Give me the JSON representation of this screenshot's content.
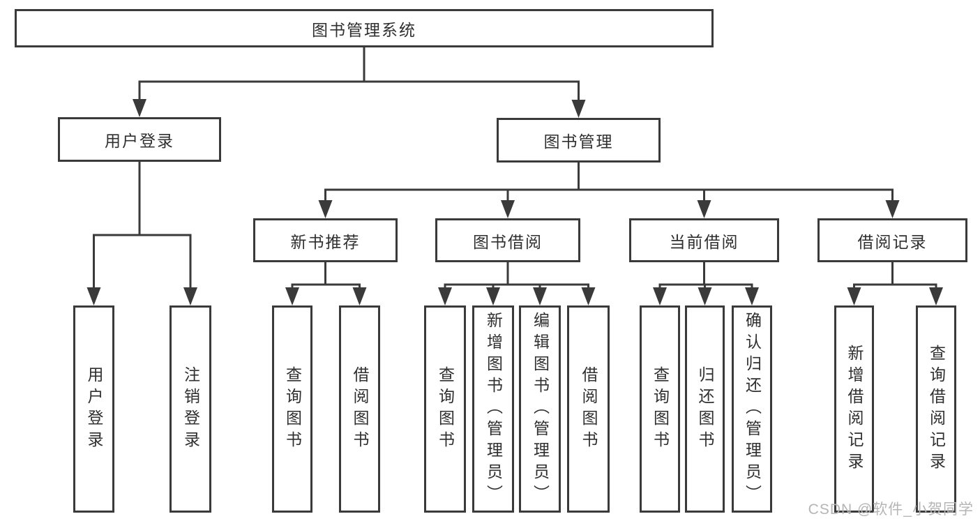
{
  "diagram": {
    "root": {
      "label": "图书管理系统",
      "children": [
        {
          "label": "用户登录",
          "children": [
            {
              "label": "用户登录"
            },
            {
              "label": "注销登录"
            }
          ]
        },
        {
          "label": "图书管理",
          "children": [
            {
              "label": "新书推荐",
              "children": [
                {
                  "label": "查询图书"
                },
                {
                  "label": "借阅图书"
                }
              ]
            },
            {
              "label": "图书借阅",
              "children": [
                {
                  "label": "查询图书"
                },
                {
                  "label": "新增图书（管理员）"
                },
                {
                  "label": "编辑图书（管理员）"
                },
                {
                  "label": "借阅图书"
                }
              ]
            },
            {
              "label": "当前借阅",
              "children": [
                {
                  "label": "查询图书"
                },
                {
                  "label": "归还图书"
                },
                {
                  "label": "确认归还（管理员）"
                }
              ]
            },
            {
              "label": "借阅记录",
              "children": [
                {
                  "label": "新增借阅记录"
                },
                {
                  "label": "查询借阅记录"
                }
              ]
            }
          ]
        }
      ]
    }
  },
  "watermark": {
    "text": "CSDN @软件_小贺同学"
  },
  "colors": {
    "background": "#ffffff",
    "line": "#3a3a3a",
    "box_border": "#3a3a3a",
    "text": "#2f2f2f",
    "watermark": "#b5b5b5"
  }
}
